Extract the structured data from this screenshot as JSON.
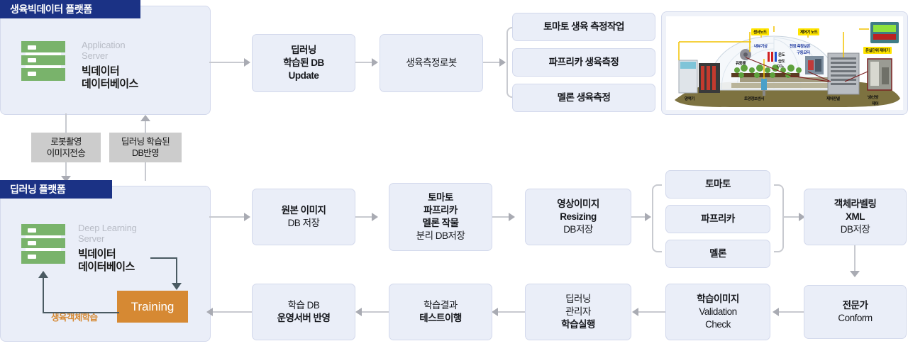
{
  "diagram": {
    "title_top_platform": "생육빅데이터 플랫폼",
    "title_bottom_platform": "딥러닝 플랫폼"
  },
  "top_platform": {
    "server": {
      "icon": "server-rack-icon",
      "subtitle_line1": "Application",
      "subtitle_line2": "Server",
      "main_line1": "빅데이터",
      "main_line2": "데이터베이스"
    }
  },
  "bottom_platform": {
    "server": {
      "icon": "server-rack-icon",
      "subtitle_line1": "Deep Learning",
      "subtitle_line2": "Server",
      "main_line1": "빅데이터",
      "main_line2": "데이터베이스"
    },
    "training_label": "Training",
    "training_loop_caption": "생육객체학습"
  },
  "link_labels": [
    {
      "line1": "로봇촬영",
      "line2": "이미지전송"
    },
    {
      "line1": "딥러닝 학습된",
      "line2": "DB반영"
    }
  ],
  "top_flow": {
    "step1": {
      "line1": "딥러닝",
      "line2": "학습된 DB",
      "line3": "Update"
    },
    "step2": {
      "line1": "생육측정로봇"
    },
    "branches": [
      {
        "label": "토마토 생육 측정작업"
      },
      {
        "label": "파프리카 생육측정"
      },
      {
        "label": "멜론 생육측정"
      }
    ]
  },
  "bottom_flow_row1": {
    "step1": {
      "line1": "원본 이미지",
      "line2": "DB 저장"
    },
    "step2": {
      "line1": "토마토",
      "line2": "파프리카",
      "line3": "멜론 작물",
      "line4": "분리 DB저장"
    },
    "step3": {
      "line1": "영상이미지",
      "line2": "Resizing",
      "line3": "DB저장"
    },
    "crops": [
      {
        "label": "토마토"
      },
      {
        "label": "파프리카"
      },
      {
        "label": "멜론"
      }
    ],
    "step4": {
      "line1": "객체라벨링",
      "line2": "XML",
      "line3": "DB저장"
    }
  },
  "bottom_flow_row2": {
    "step1": {
      "line1": "전문가",
      "line2": "Conform"
    },
    "step2": {
      "line1": "학습이미지",
      "line2": "Validation",
      "line3": "Check"
    },
    "step3": {
      "line1": "딥러닝",
      "line2": "관리자",
      "line3": "학습실행"
    },
    "step4": {
      "line1": "학습결과",
      "line2": "테스트이행"
    },
    "step5": {
      "line1": "학습 DB",
      "line2": "운영서버 반영"
    }
  },
  "greenhouse_photo": {
    "alt": "greenhouse-sensor-diagram",
    "labels": {
      "sensor_node": "센서노드",
      "controller_node": "제어기 노드",
      "greenhouse_unit_controller": "온실단위 제어기",
      "internal_weather": "내부기상",
      "ceiling_side_insulation": "천장.측창보온",
      "drive_motor": "구동모터",
      "temperature": "온도",
      "humidity": "습도",
      "co2": "CO₂",
      "circulation_fan": "유동팬",
      "nutrient_supply": "양액기",
      "soil_info_sensor": "토양정보센서",
      "control_panel": "제어판넬",
      "cooling_heating_control_line1": "냉/난방",
      "cooling_heating_control_line2": "제어"
    }
  },
  "colors": {
    "panel_bg": "#eaeef8",
    "panel_border": "#d3d9ec",
    "title_navy": "#1b3285",
    "server_green": "#79b36b",
    "training_orange": "#d68933",
    "connector_gray": "#c8cad0",
    "label_gray": "#cccccc",
    "dark_connector": "#4a5a62"
  }
}
